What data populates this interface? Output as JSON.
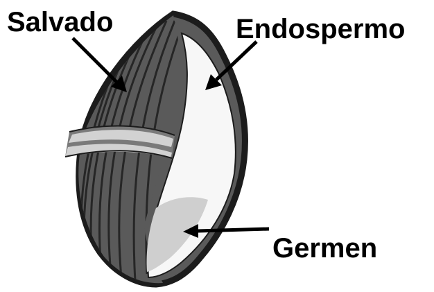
{
  "diagram": {
    "labels": {
      "bran": "Salvado",
      "endosperm": "Endospermo",
      "germ": "Germen"
    },
    "colors": {
      "background": "#ffffff",
      "outline": "#1c1c1c",
      "bran_fill": "#5a5a5a",
      "bran_stripe": "#262626",
      "endosperm_fill": "#f7f7f7",
      "peeled_layer_light": "#d2d2d2",
      "peeled_layer_dark": "#7a7a7a",
      "germ_shade": "#cfcfcf",
      "arrow": "#000000"
    }
  }
}
